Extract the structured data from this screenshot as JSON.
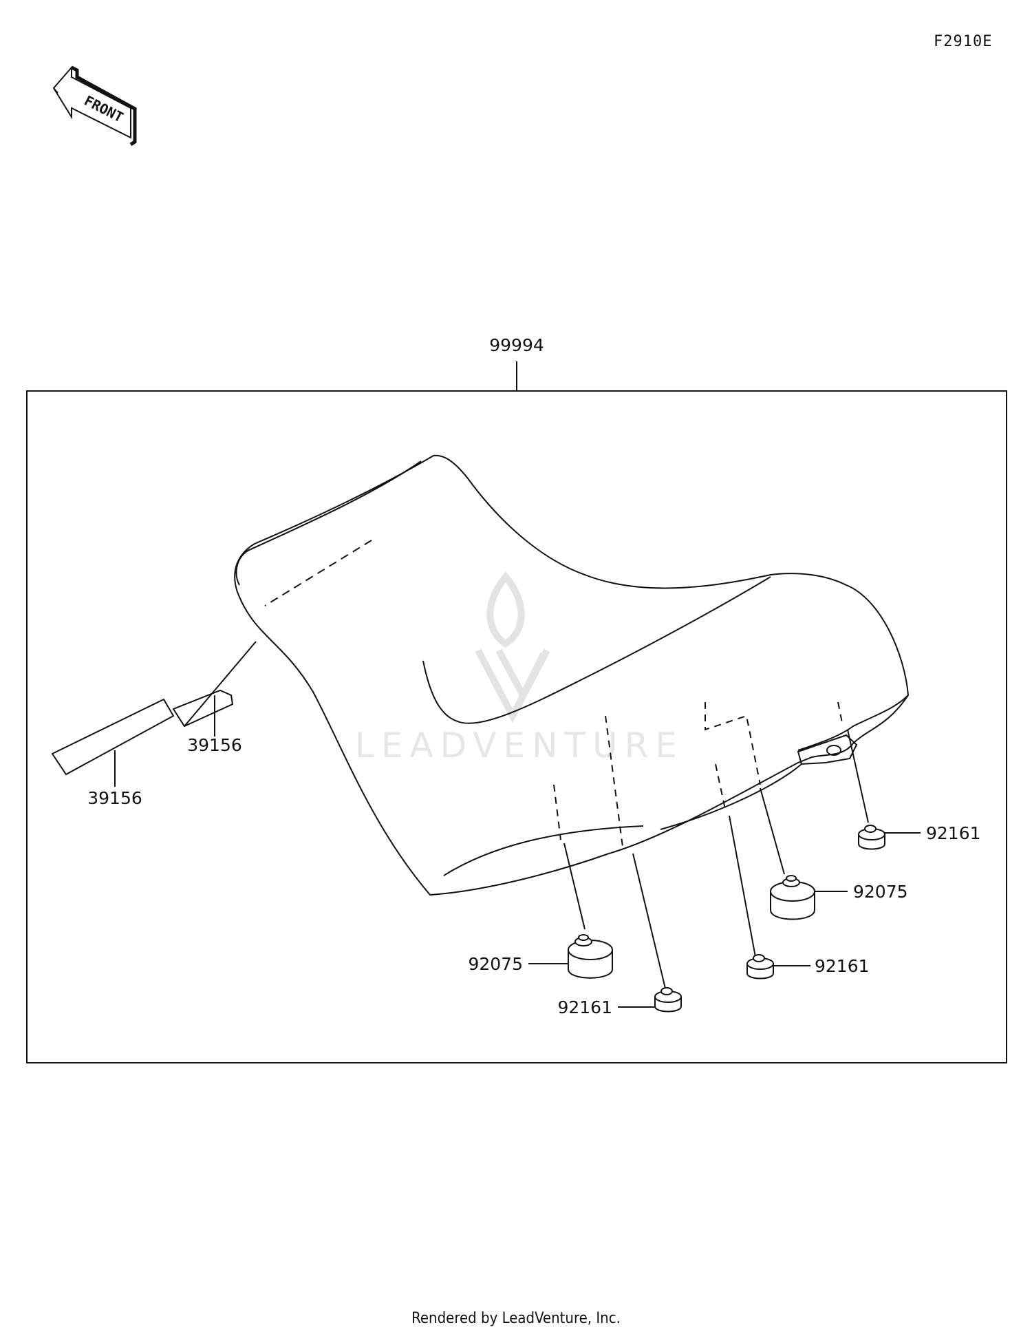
{
  "diagram_code": "F2910E",
  "front_label": "FRONT",
  "watermark": "LEADVENTURE",
  "footer": "Rendered by LeadVenture, Inc.",
  "callouts": {
    "assembly": "99994",
    "strap_a": "39156",
    "strap_b": "39156",
    "damper_left": "92075",
    "damper_right": "92075",
    "grommet_a": "92161",
    "grommet_b": "92161",
    "grommet_c": "92161"
  }
}
